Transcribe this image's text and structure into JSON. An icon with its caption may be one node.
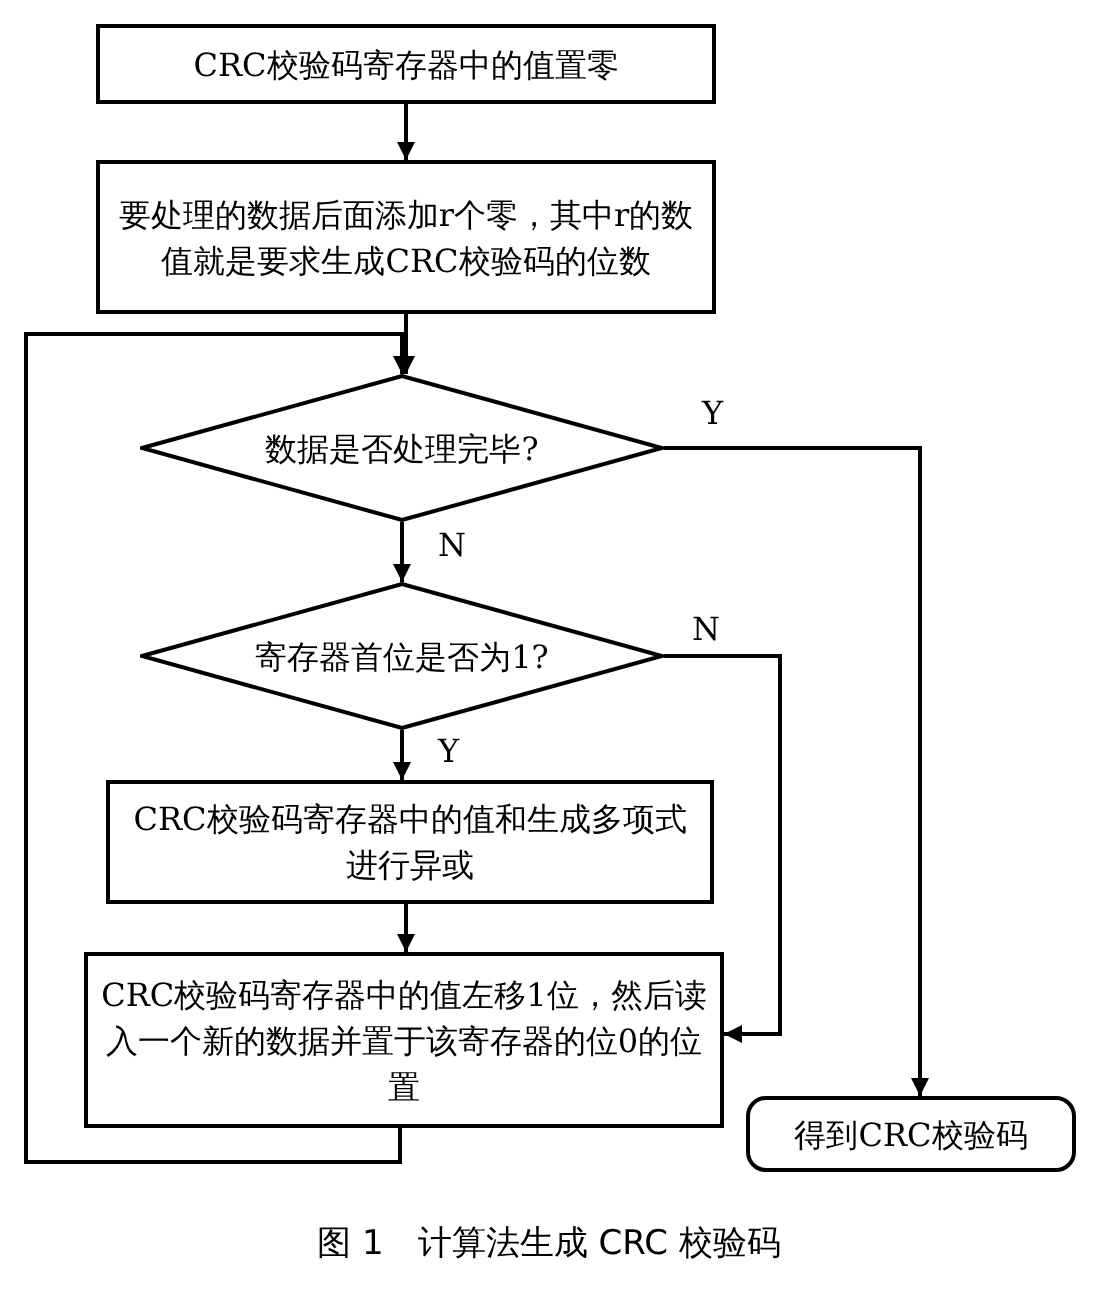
{
  "diagram": {
    "caption": "图 1　计算法生成 CRC 校验码",
    "nodes": [
      {
        "text": [
          "CRC校验码寄存器中的值置零"
        ]
      },
      {
        "text": [
          "要处理的数据后面添加r个零，其中r的数值就是要求生成CRC校验码的位数"
        ]
      },
      {
        "text": [
          "数据是否处理完毕?"
        ]
      },
      {
        "text": [
          "寄存器首位是否为1?"
        ]
      },
      {
        "text": [
          "CRC校验码寄存器中的值和生成多项式进行异或"
        ]
      },
      {
        "text": [
          "CRC校验码寄存器中的值左移1位，然后读入一个新的数据并置于该寄存器的位0的位置"
        ]
      },
      {
        "text": [
          "得到CRC校验码"
        ]
      }
    ],
    "edges": [
      {
        "from": 0,
        "to": 1,
        "arrow": "to"
      },
      {
        "from": 1,
        "to": 2,
        "arrow": "to"
      },
      {
        "from": 2,
        "to": 6,
        "arrow": "to",
        "label": "Y"
      },
      {
        "from": 2,
        "to": 3,
        "arrow": "to",
        "label": "N"
      },
      {
        "from": 3,
        "to": 4,
        "arrow": "to",
        "label": "Y"
      },
      {
        "from": 3,
        "to": 5,
        "arrow": "to",
        "label": "N"
      },
      {
        "from": 4,
        "to": 5,
        "arrow": "to"
      },
      {
        "from": 5,
        "to": 2,
        "arrow": "to"
      }
    ]
  }
}
